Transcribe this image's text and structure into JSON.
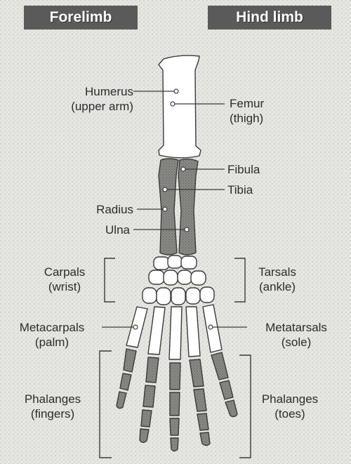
{
  "headers": {
    "forelimb": "Forelimb",
    "hindlimb": "Hind limb"
  },
  "labels": {
    "humerus": "Humerus",
    "humerus_sub": "(upper arm)",
    "femur": "Femur",
    "femur_sub": "(thigh)",
    "fibula": "Fibula",
    "tibia": "Tibia",
    "radius": "Radius",
    "ulna": "Ulna",
    "carpals": "Carpals",
    "carpals_sub": "(wrist)",
    "tarsals": "Tarsals",
    "tarsals_sub": "(ankle)",
    "metacarpals": "Metacarpals",
    "metacarpals_sub": "(palm)",
    "metatarsals": "Metatarsals",
    "metatarsals_sub": "(sole)",
    "phalanges_fore": "Phalanges",
    "phalanges_fore_sub": "(fingers)",
    "phalanges_hind": "Phalanges",
    "phalanges_hind_sub": "(toes)"
  },
  "colors": {
    "background": "#e4e4e0",
    "header_fill": "#5a5a5a",
    "header_text": "#ffffff",
    "bone_white": "#ffffff",
    "bone_dark": "#7a7a7a",
    "line": "#3a3a3a"
  }
}
